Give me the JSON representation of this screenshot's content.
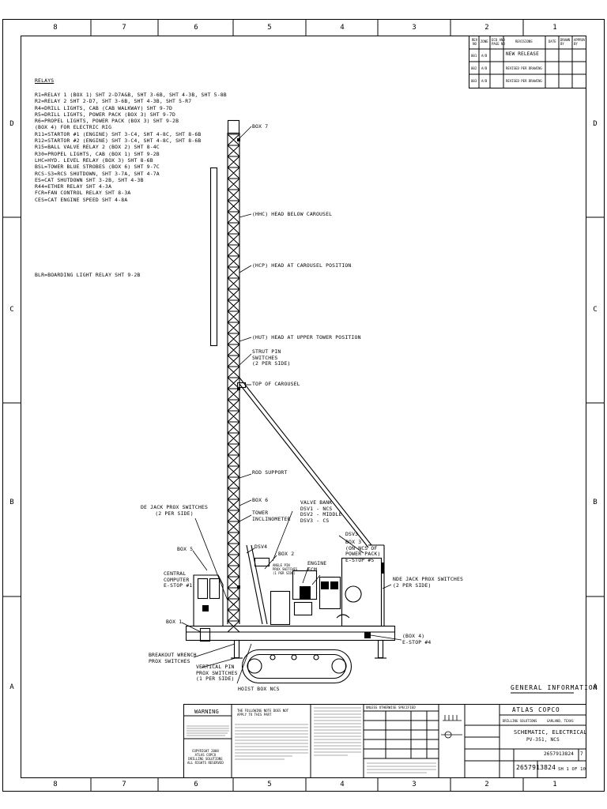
{
  "border": {
    "columns": [
      "8",
      "7",
      "6",
      "5",
      "4",
      "3",
      "2",
      "1"
    ],
    "rows": [
      "D",
      "C",
      "B",
      "A"
    ]
  },
  "relays": {
    "title": "RELAYS",
    "lines": [
      "R1=RELAY 1 (BOX 1) SHT 2-D7A&B, SHT 3-6B, SHT 4-3B, SHT 5-8B",
      "R2=RELAY 2 SHT 2-D7, SHT 3-6B, SHT 4-3B, SHT 5-R7",
      "R4=DRILL LIGHTS, CAB (CAB WALKWAY) SHT 9-7D",
      "R5=DRILL LIGHTS, POWER PACK (BOX 3) SHT 9-7D",
      "R6=PROPEL LIGHTS, POWER PACK (BOX 3) SHT 9-2B",
      "   (BOX 4) FOR ELECTRIC RIG",
      "R11=STARTOR #1 (ENGINE) SHT 3-C4, SHT 4-8C, SHT 8-6B",
      "R12=STARTOR #2 (ENGINE) SHT 3-C4, SHT 4-8C, SHT 8-6B",
      "R15=BALL VALVE RELAY 2 (BOX 2) SHT 8-4C",
      "R30=PROPEL LIGHTS, CAB (BOX 1) SHT 9-2B",
      "LHC=HYD. LEVEL RELAY (BOX 3) SHT 8-6B",
      "BSL=TOWER BLUE STROBES (BOX 6) SHT 9-7C",
      "RCS-S3=RCS SHUTDOWN, SHT 3-7A, SHT 4-7A",
      "ES=CAT SHUTDOWN SHT 3-2B, SHT 4-3B",
      "R44=ETHER RELAY SHT 4-3A",
      "FCR=FAN CONTROL RELAY SHT 8-3A",
      "CES=CAT ENGINE SPEED SHT 4-8A"
    ],
    "extra": "BLR=BOARDING LIGHT RELAY SHT 9-2B"
  },
  "callouts": {
    "box7": "BOX 7",
    "hhc": "(HHC) HEAD BELOW CAROUSEL",
    "hcp": "(HCP) HEAD AT CAROUSEL POSITION",
    "hut": "(HUT) HEAD AT UPPER TOWER POSITION",
    "strut": "STRUT PIN\nSWITCHES\n(2 PER SIDE)",
    "top_carousel": "TOP OF CAROUSEL",
    "rod_support": "ROD SUPPORT",
    "box6": "BOX 6",
    "tower_inclinometer": "TOWER\nINCLINOMETER",
    "de_jack": "DE JACK PROX SWITCHES\n(2 PER SIDE)",
    "valve_bank": "VALVE BANK\nDSV1 - NCS\nDSV2 - MIDDLE\nDSV3 - CS",
    "dsv3": "DSV3",
    "box3": "BOX 3\n(ON NCS OF\nPOWER PACK)\nE-STOP #5",
    "box5": "BOX 5",
    "dsv4": "DSV4",
    "box2": "BOX 2",
    "angle_pin": "ANGLE PIN\nPROX SWITCHES\n(1 PER SIDE)",
    "engine": "ENGINE\nECM",
    "central": "CENTRAL\nCOMPUTER\nE-STOP #1",
    "nde_jack": "NDE JACK PROX SWITCHES\n(2 PER SIDE)",
    "box1": "BOX 1",
    "box4": "(BOX 4)\nE-STOP #4",
    "breakout": "BREAKOUT WRENCH\nPROX SWITCHES",
    "vertical_pin": "VERTICAL PIN\nPROX SWITCHES\n(1 PER SIDE)",
    "hoist_box": "HOIST BOX NCS"
  },
  "revisions": {
    "headers": [
      "REV\nNO",
      "ZONE",
      "ECO AND\nPAGE NO",
      "REVISIONS",
      "DATE",
      "DRAWN\nBY",
      "APPROV\nBY"
    ],
    "rows": [
      {
        "rev": "001",
        "zone": "A/B",
        "eco": "",
        "desc": "NEW RELEASE",
        "date": "",
        "by": "",
        "appr": ""
      },
      {
        "rev": "002",
        "zone": "A/B",
        "eco": "",
        "desc": "REVISED PER DRAWING",
        "date": "",
        "by": "",
        "appr": ""
      },
      {
        "rev": "003",
        "zone": "A/B",
        "eco": "",
        "desc": "REVISED PER DRAWING",
        "date": "",
        "by": "",
        "appr": ""
      }
    ]
  },
  "general_info": "GENERAL INFORMATION",
  "title_block": {
    "warning": "WARNING",
    "copyright": "COPYRIGHT 2008\nATLAS COPCO\nDRILLING SOLUTIONS\nALL RIGHTS RESERVED",
    "notice": "THE FOLLOWING NOTE DOES NOT\nAPPLY TO THIS PART",
    "unless": "UNLESS OTHERWISE SPECIFIED",
    "company": "ATLAS COPCO",
    "division": "DRILLING SOLUTIONS",
    "location": "GARLAND, TEXAS",
    "title1": "SCHEMATIC, ELECTRICAL",
    "title2": "PV-351, NCS",
    "part_no": "2657913824",
    "rev": "7",
    "dwg_no": "2657913824",
    "sheet": "SH 1 OF 10"
  },
  "colors": {
    "ink": "#000000",
    "paper": "#ffffff"
  }
}
